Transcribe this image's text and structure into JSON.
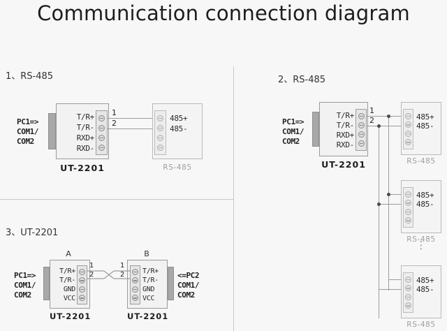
{
  "title": "Communication connection diagram",
  "sections": [
    {
      "id": "s1",
      "heading": "1、RS-485",
      "pc_label": "PC1=>\nCOM1/\nCOM2",
      "converter": {
        "caption": "UT-2201",
        "pins": [
          "T/R+",
          "T/R-",
          "RXD+",
          "RXD-"
        ]
      },
      "device": {
        "caption": "RS-485",
        "pins": [
          "485+",
          "485-"
        ]
      },
      "wire_numbers": [
        "1",
        "2"
      ]
    },
    {
      "id": "s2",
      "heading": "2、RS-485",
      "pc_label": "PC1=>\nCOM1/\nCOM2",
      "converter": {
        "caption": "UT-2201",
        "pins": [
          "T/R+",
          "T/R-",
          "RXD+",
          "RXD-"
        ]
      },
      "devices": [
        {
          "caption": "RS-485",
          "pins": [
            "485+",
            "485-"
          ]
        },
        {
          "caption": "RS-485",
          "pins": [
            "485+",
            "485-"
          ]
        },
        {
          "caption": "RS-485",
          "pins": [
            "485+",
            "485-"
          ]
        }
      ],
      "continuation": "⋮",
      "wire_numbers": [
        "1",
        "2"
      ]
    },
    {
      "id": "s3",
      "heading": "3、UT-2201",
      "unit_a": {
        "tag": "A",
        "caption": "UT-2201",
        "pins": [
          "T/R+",
          "T/R-",
          "GND",
          "VCC"
        ],
        "pc_label": "PC1=>\nCOM1/\nCOM2"
      },
      "unit_b": {
        "tag": "B",
        "caption": "UT-2201",
        "pins": [
          "T/R+",
          "T/R-",
          "GND",
          "VCC"
        ],
        "pc_label": "<=PC2\nCOM1/\nCOM2"
      },
      "wire_numbers_left": [
        "1",
        "2"
      ],
      "wire_numbers_right": [
        "1",
        "2"
      ]
    }
  ],
  "colors": {
    "background": "#f7f7f7",
    "wire": "#9c9c9c",
    "junction": "#4a4a4a",
    "box_border": "#9a9a9a",
    "connector": "#a8a8a8",
    "divider": "#c9c9c9"
  }
}
